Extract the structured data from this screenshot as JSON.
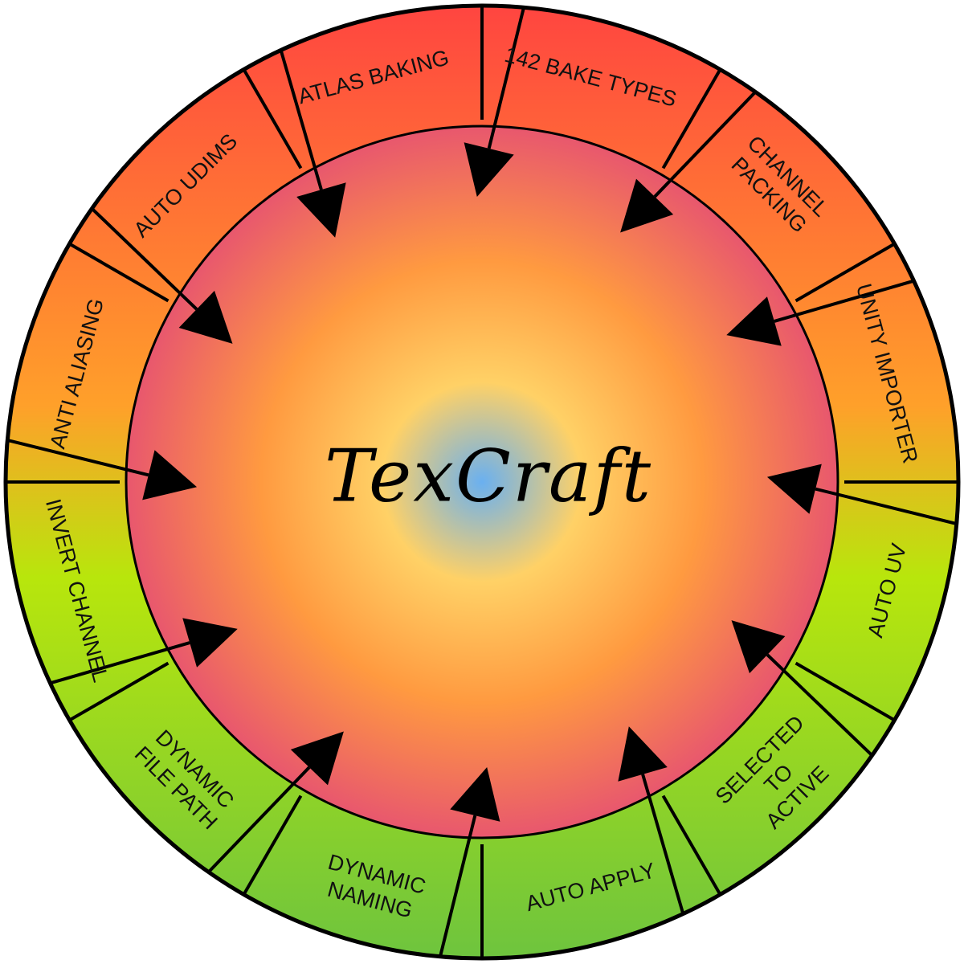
{
  "title": "TexCraft",
  "colors": {
    "outer_top": "#ff4540",
    "outer_mid": "#ffa02a",
    "outer_low": "#b8e60c",
    "outer_bottom": "#6ec43e",
    "inner_edge": "#e8576e",
    "inner_mid": "#ff9a40",
    "inner_glow": "#ffd166",
    "inner_center": "#6ab0f0",
    "line": "#000000"
  },
  "features": [
    {
      "lines": [
        "142 BAKE TYPES"
      ]
    },
    {
      "lines": [
        "CHANNEL",
        "PACKING"
      ]
    },
    {
      "lines": [
        "UNITY IMPORTER"
      ]
    },
    {
      "lines": [
        "AUTO UV"
      ]
    },
    {
      "lines": [
        "SELECTED",
        "TO",
        "ACTIVE"
      ]
    },
    {
      "lines": [
        "AUTO APPLY"
      ]
    },
    {
      "lines": [
        "DYNAMIC",
        "NAMING"
      ]
    },
    {
      "lines": [
        "DYNAMIC",
        "FILE PATH"
      ]
    },
    {
      "lines": [
        "INVERT CHANNEL"
      ]
    },
    {
      "lines": [
        "ANTI ALIASING"
      ]
    },
    {
      "lines": [
        "AUTO UDIMS"
      ]
    },
    {
      "lines": [
        "ATLAS BAKING"
      ]
    }
  ]
}
